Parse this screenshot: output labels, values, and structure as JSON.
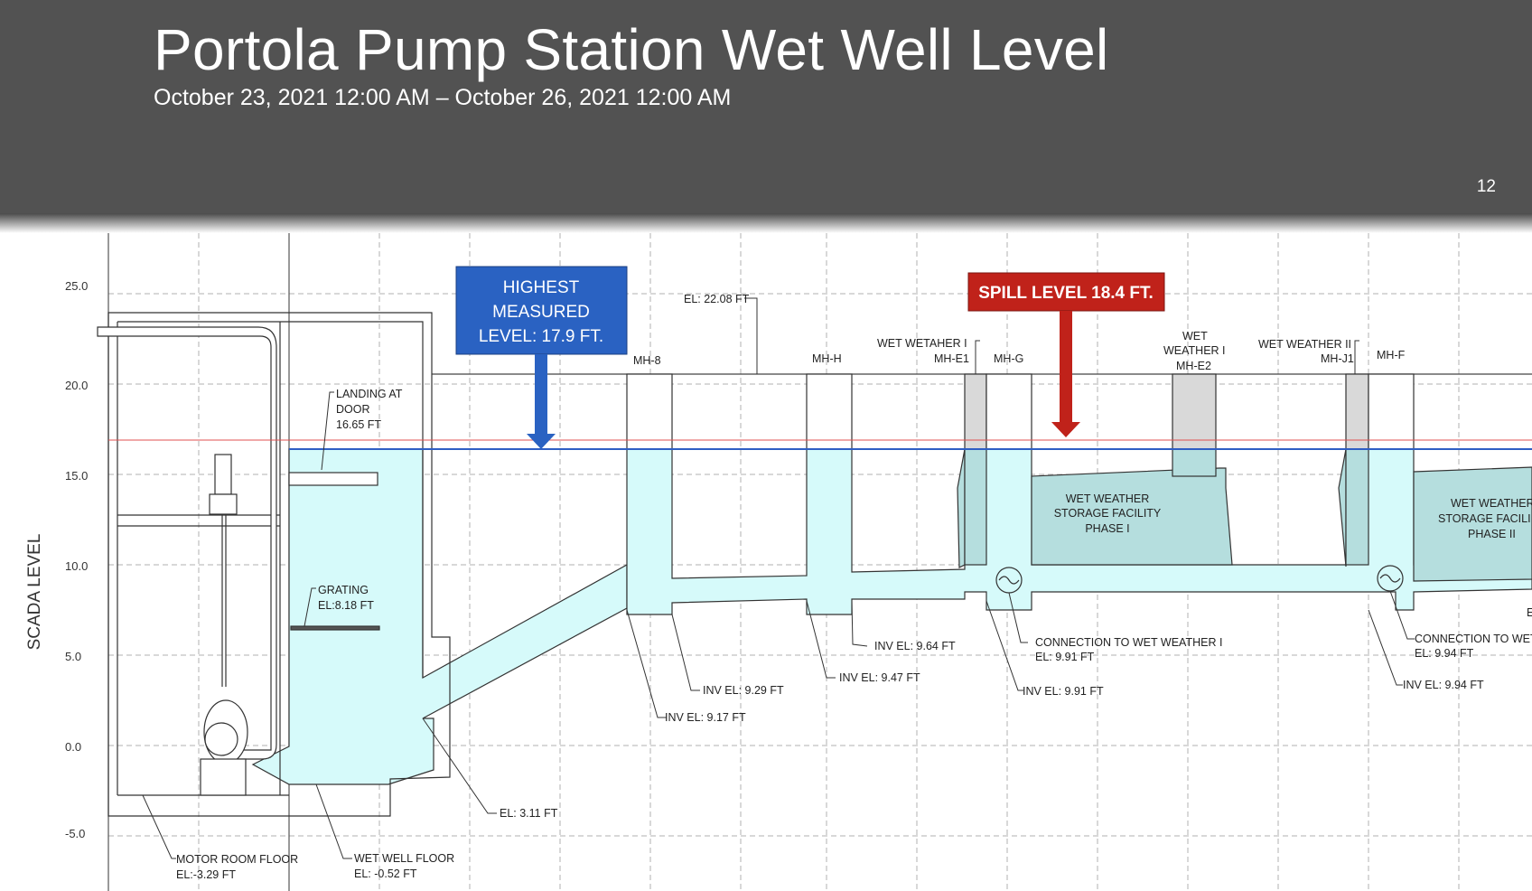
{
  "header": {
    "title": "Portola Pump Station Wet Well Level",
    "subtitle": "October 23, 2021 12:00 AM – October 26, 2021 12:00 AM",
    "slide_number": "12"
  },
  "axis": {
    "label": "SCADA LEVEL",
    "ticks": [
      "25.0",
      "20.0",
      "15.0",
      "10.0",
      "5.0",
      "0.0",
      "-5.0"
    ]
  },
  "callouts": {
    "highest": [
      "HIGHEST",
      "MEASURED",
      "LEVEL: 17.9 FT."
    ],
    "spill": "SPILL LEVEL 18.4 FT."
  },
  "labels": {
    "el_top": "EL: 22.08 FT",
    "mh8": "MH-8",
    "mhh": "MH-H",
    "mhe1_a": "WET WETAHER I",
    "mhe1_b": "MH-E1",
    "mhg": "MH-G",
    "mhe2_a": "WET",
    "mhe2_b": "WEATHER I",
    "mhe2_c": "MH-E2",
    "mhj1_a": "WET WEATHER II",
    "mhj1_b": "MH-J1",
    "mhf": "MH-F",
    "landing_a": "LANDING AT",
    "landing_b": "DOOR",
    "landing_c": "16.65 FT",
    "grating_a": "GRATING",
    "grating_b": "EL:8.18 FT",
    "wwsf1_a": "WET WEATHER",
    "wwsf1_b": "STORAGE FACILITY",
    "wwsf1_c": "PHASE I",
    "wwsf2_a": "WET WEATHER",
    "wwsf2_b": "STORAGE FACILI",
    "wwsf2_c": "PHASE II",
    "inv_964": "INV EL: 9.64 FT",
    "inv_947": "INV EL: 9.47 FT",
    "inv_929": "INV EL: 9.29 FT",
    "inv_917": "INV EL: 9.17 FT",
    "inv_991": "INV EL: 9.91 FT",
    "inv_994": "INV EL: 9.94 FT",
    "conn1_a": "CONNECTION TO WET WEATHER I",
    "conn1_b": "EL: 9.91 FT",
    "conn2_a": "CONNECTION TO WET",
    "conn2_b": "EL: 9.94 FT",
    "el_311": "EL: 3.11 FT",
    "motor_a": "MOTOR ROOM FLOOR",
    "motor_b": "EL:-3.29 FT",
    "wwfloor_a": "WET WELL FLOOR",
    "wwfloor_b": "EL: -0.52 FT",
    "edge_e": "E"
  },
  "colors": {
    "header_bg": "#525252",
    "water": "#d6fafa",
    "water_storage": "#b5dede",
    "highest_box": "#2a62c2",
    "spill_box": "#c0221a",
    "water_line": "#2f5ec4",
    "spill_line": "#e05050",
    "manhole_gray": "#d9d9d9"
  }
}
